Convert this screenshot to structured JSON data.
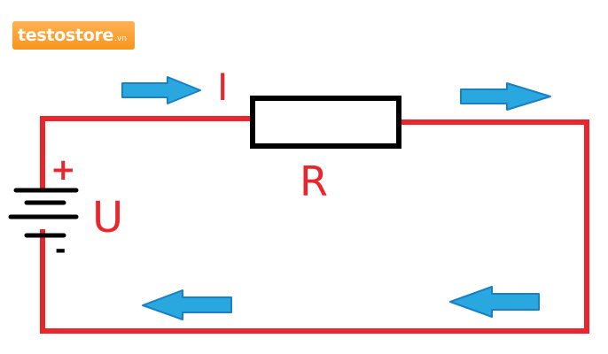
{
  "logo": {
    "name": "testostore",
    "tld": ".vn"
  },
  "circuit": {
    "current_label": "I",
    "resistor_label": "R",
    "voltage_label": "U",
    "plus_sign": "+",
    "minus_sign": "-"
  },
  "colors": {
    "wire": "#e8262c",
    "arrow_fill": "#29a8e0",
    "arrow_stroke": "#1b7fc4",
    "resistor": "#000000",
    "logo_bg": "#f7941d"
  },
  "icons": {
    "current_arrow": "arrow-right-icon / arrow-left-icon",
    "battery": "battery-icon",
    "resistor": "resistor-icon"
  }
}
